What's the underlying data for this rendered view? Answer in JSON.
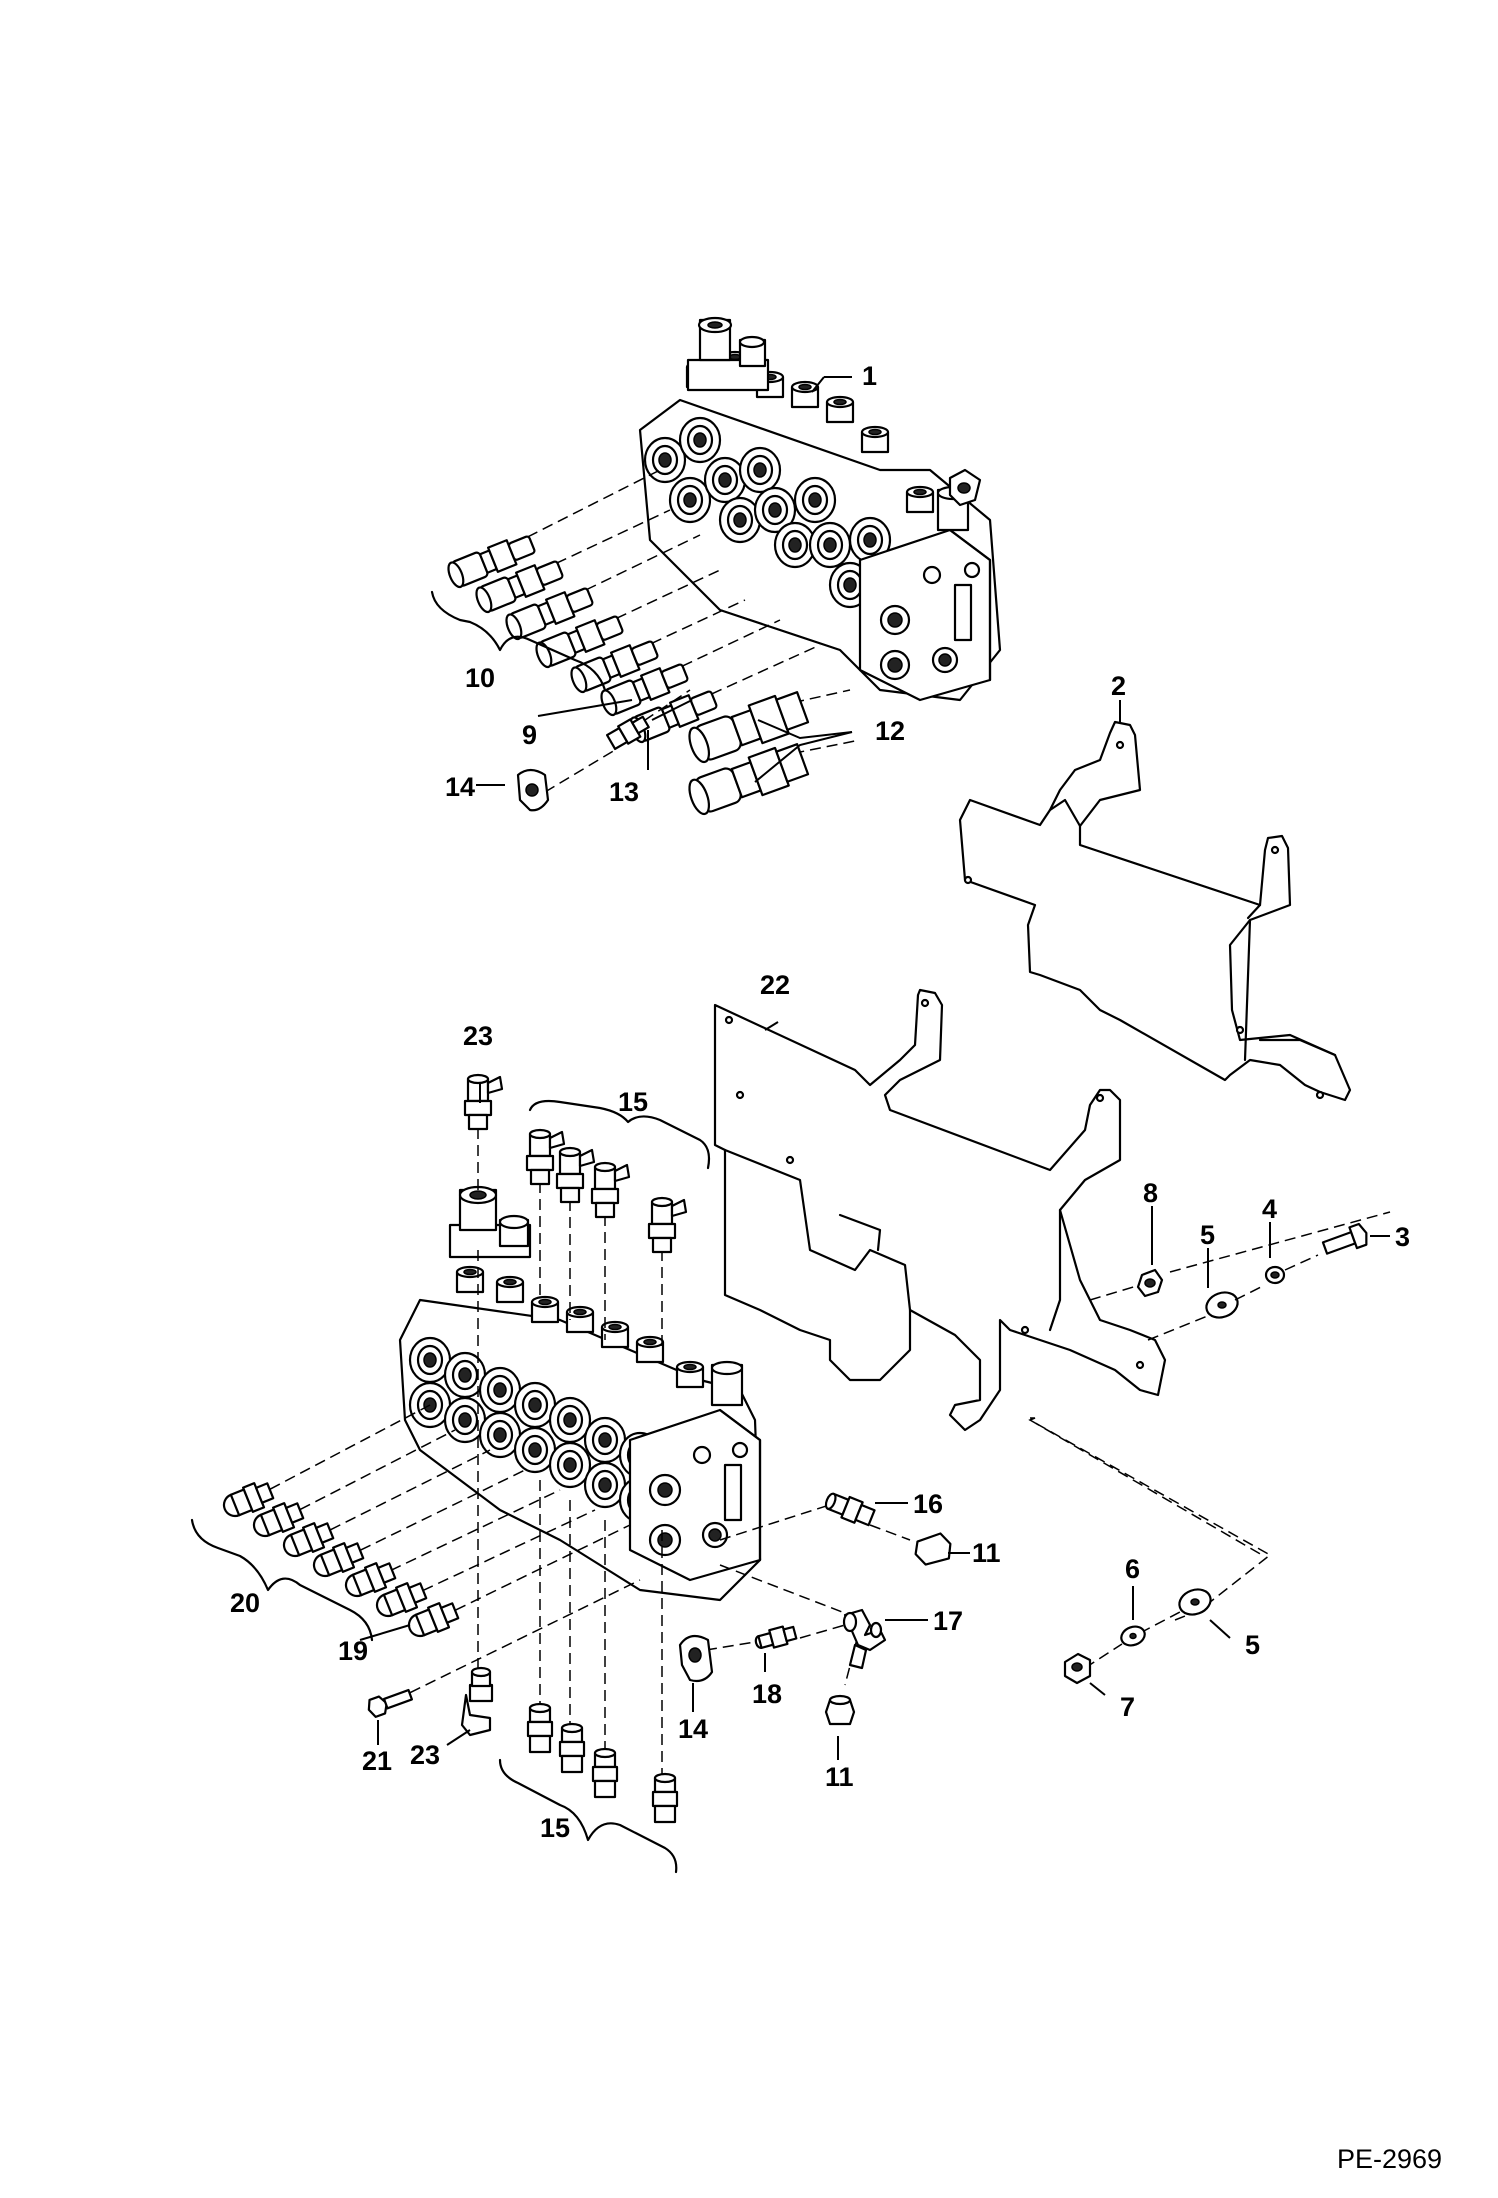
{
  "diagram": {
    "drawing_code": "PE-2969",
    "callouts": {
      "c1": "1",
      "c2": "2",
      "c3": "3",
      "c4": "4",
      "c5a": "5",
      "c5b": "5",
      "c6": "6",
      "c7": "7",
      "c8": "8",
      "c9": "9",
      "c10": "10",
      "c11a": "11",
      "c11b": "11",
      "c12": "12",
      "c13": "13",
      "c14a": "14",
      "c14b": "14",
      "c15a": "15",
      "c15b": "15",
      "c16": "16",
      "c17": "17",
      "c18": "18",
      "c19": "19",
      "c20": "20",
      "c21": "21",
      "c22": "22",
      "c23a": "23",
      "c23b": "23"
    }
  }
}
